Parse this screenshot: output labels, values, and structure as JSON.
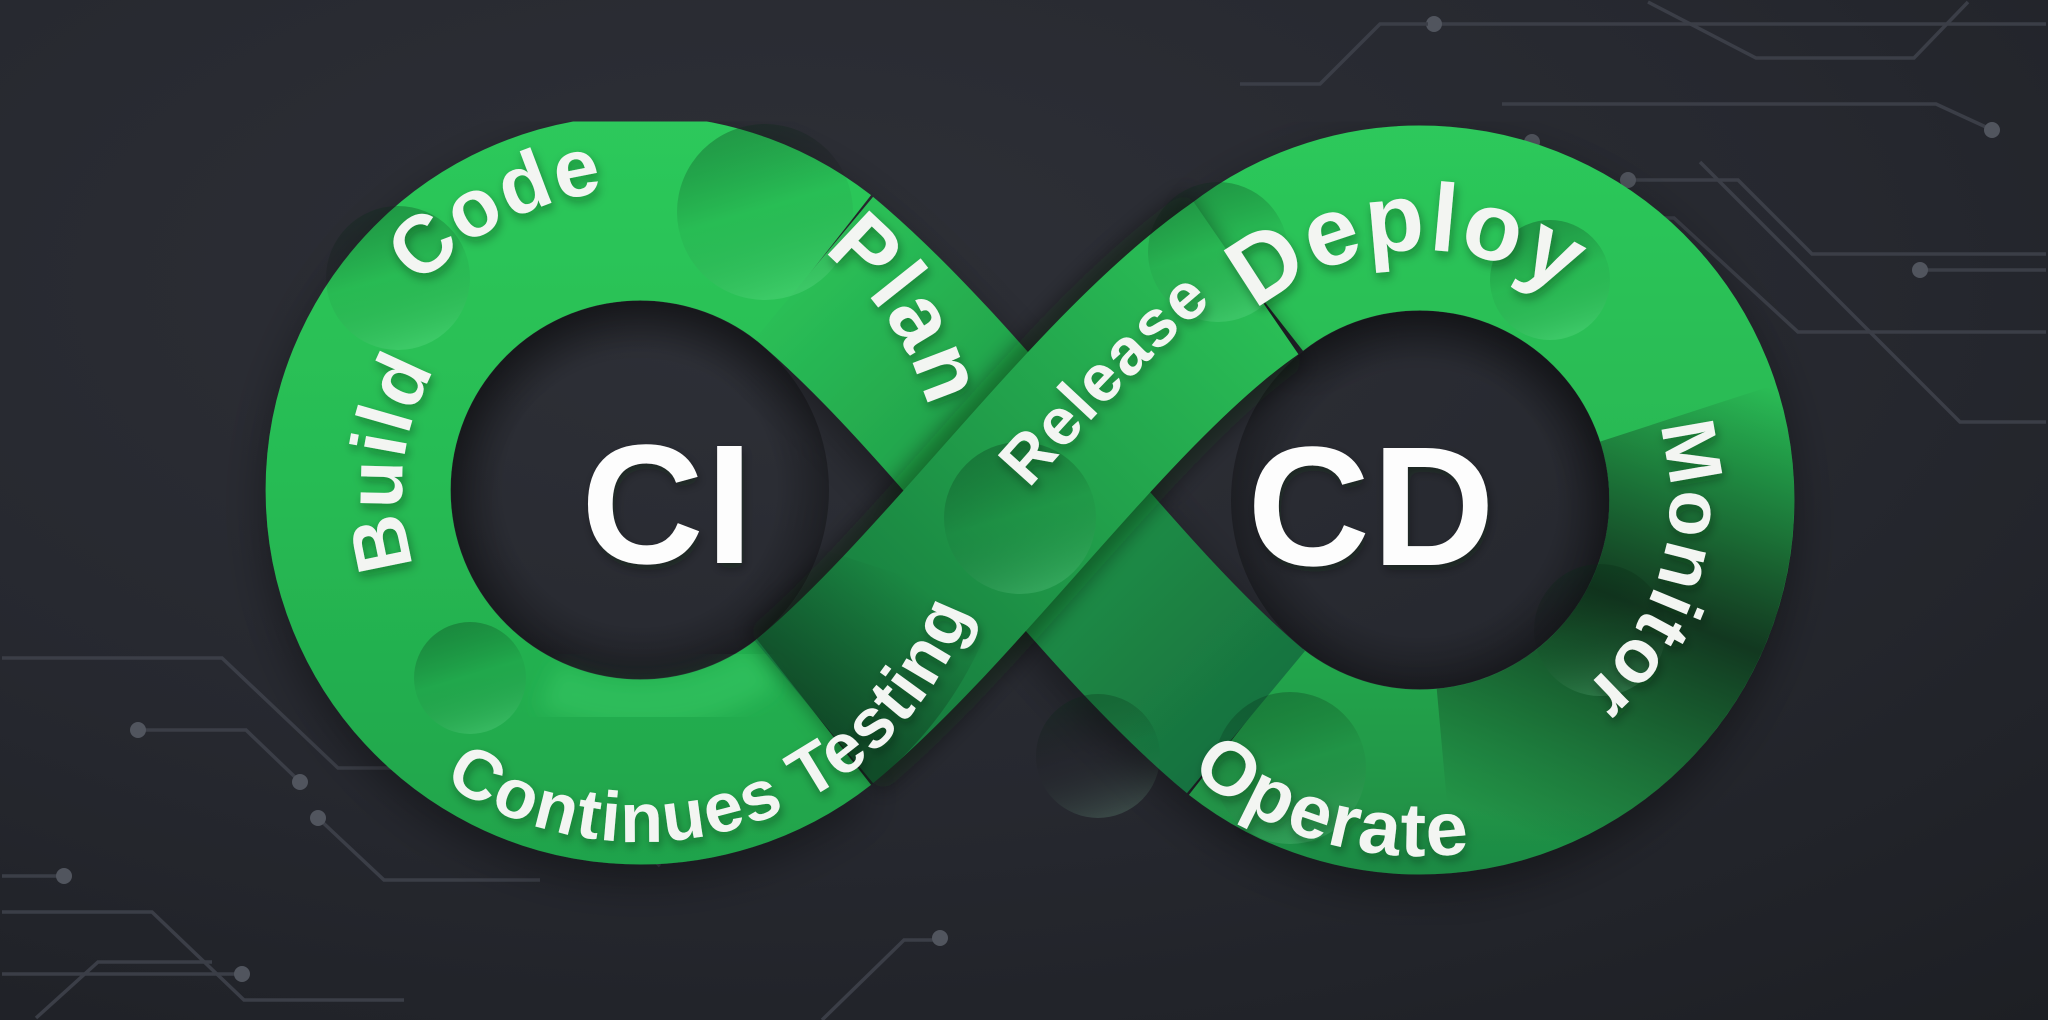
{
  "diagram": {
    "type": "cicd-infinity-loop",
    "labels": {
      "ci": "CI",
      "cd": "CD",
      "code": "Code",
      "plan": "Plan",
      "build": "Build",
      "testing": "Continues Testing",
      "release": "Release",
      "deploy": "Deploy",
      "operate": "Operate",
      "monitor": "Monitor"
    },
    "colors": {
      "green_bright": "#2dc95b",
      "green_mid": "#1f9747",
      "green_dark": "#15743c",
      "background_dark": "#26282f",
      "background_edge": "#1d1f24",
      "text": "#f3f5f2",
      "circuit_line": "#3b3e47",
      "circuit_dot": "#51555e"
    }
  }
}
